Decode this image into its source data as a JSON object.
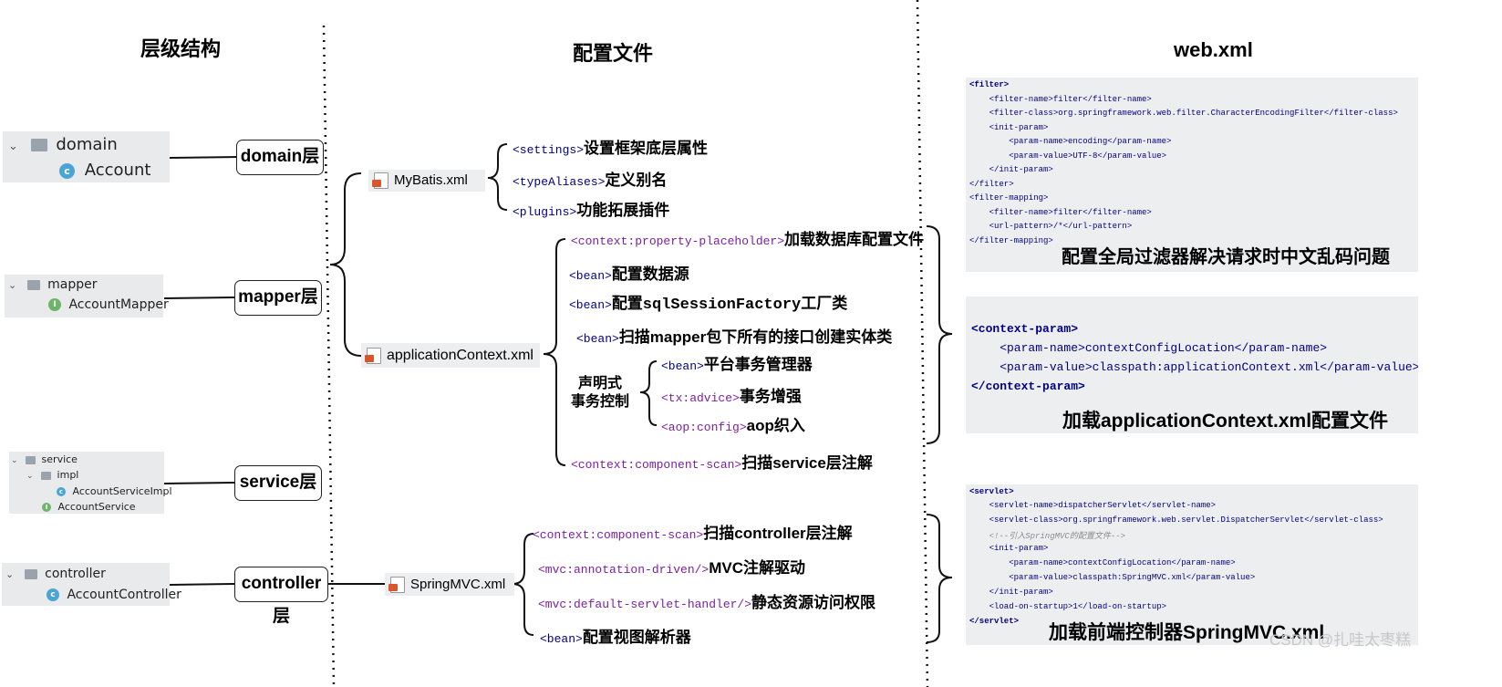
{
  "headers": {
    "col1": "层级结构",
    "col2": "配置文件",
    "col3": "web.xml"
  },
  "tree_domain": {
    "folder": "domain",
    "child": "Account"
  },
  "tree_mapper": {
    "folder": "mapper",
    "child": "AccountMapper"
  },
  "tree_service": {
    "folder": "service",
    "sub": "impl",
    "impl_child": "AccountServiceImpl",
    "child": "AccountService"
  },
  "tree_controller": {
    "folder": "controller",
    "child": "AccountController"
  },
  "layers": [
    "domain层",
    "mapper层",
    "service层",
    "controller层"
  ],
  "files": [
    "MyBatis.xml",
    "applicationContext.xml",
    "SpringMVC.xml"
  ],
  "mybatis_items": [
    {
      "tag": "<settings>",
      "text": "设置框架底层属性"
    },
    {
      "tag": "<typeAliases>",
      "text": "定义别名"
    },
    {
      "tag": "<plugins>",
      "text": "功能拓展插件"
    }
  ],
  "appctx_items": [
    {
      "tag": "<context:property-placeholder>",
      "text": "加载数据库配置文件"
    },
    {
      "tag": "<bean>",
      "text": "配置数据源"
    },
    {
      "tag": "<bean>",
      "text": "配置sqlSessionFactory工厂类"
    },
    {
      "tag": "<bean>",
      "text": "扫描mapper包下所有的接口创建实体类"
    },
    {
      "tag": "<context:component-scan>",
      "text": "扫描service层注解"
    }
  ],
  "tx_label": {
    "line1": "声明式",
    "line2": "事务控制"
  },
  "tx_items": [
    {
      "tag": "<bean>",
      "text": "平台事务管理器"
    },
    {
      "tag": "<tx:advice>",
      "text": "事务增强"
    },
    {
      "tag": "<aop:config>",
      "text": "aop织入"
    }
  ],
  "mvc_items": [
    {
      "tag": "<context:component-scan>",
      "text": "扫描controller层注解"
    },
    {
      "tag": "<mvc:annotation-driven/>",
      "text": "MVC注解驱动"
    },
    {
      "tag": "<mvc:default-servlet-handler/>",
      "text": "静态资源访问权限"
    },
    {
      "tag": "<bean>",
      "text": "配置视图解析器"
    }
  ],
  "web_filter": {
    "lines": [
      "<filter>",
      "    <filter-name>filter</filter-name>",
      "    <filter-class>org.springframework.web.filter.CharacterEncodingFilter</filter-class>",
      "    <init-param>",
      "        <param-name>encoding</param-name>",
      "        <param-value>UTF-8</param-value>",
      "    </init-param>",
      "</filter>",
      "<filter-mapping>",
      "    <filter-name>filter</filter-name>",
      "    <url-pattern>/*</url-pattern>",
      "</filter-mapping>"
    ],
    "caption": "配置全局过滤器解决请求时中文乱码问题"
  },
  "web_context": {
    "lines": [
      "<context-param>",
      "    <param-name>contextConfigLocation</param-name>",
      "    <param-value>classpath:applicationContext.xml</param-value>",
      "</context-param>"
    ],
    "caption": "加载applicationContext.xml配置文件"
  },
  "web_servlet": {
    "lines": [
      "<servlet>",
      "    <servlet-name>dispatcherServlet</servlet-name>",
      "    <servlet-class>org.springframework.web.servlet.DispatcherServlet</servlet-class>",
      "    <!--引入SpringMVC的配置文件-->",
      "    <init-param>",
      "        <param-name>contextConfigLocation</param-name>",
      "        <param-value>classpath:SpringMVC.xml</param-value>",
      "    </init-param>",
      "    <load-on-startup>1</load-on-startup>",
      "</servlet>"
    ],
    "caption": "加载前端控制器SpringMVC.xml"
  },
  "watermark": "CSDN @扎哇太枣糕",
  "colors": {
    "tag_bracket": "#000080",
    "tag_name": "#7b1fa2",
    "panel_bg": "#eceef0"
  }
}
